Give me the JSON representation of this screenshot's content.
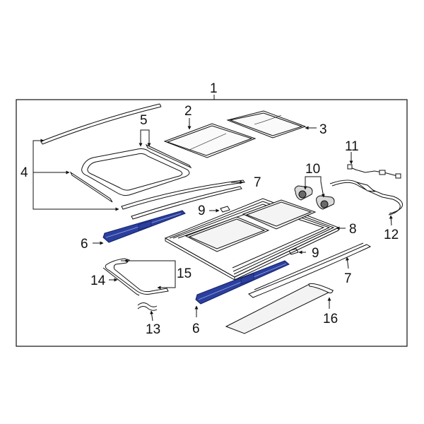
{
  "labels": {
    "l1": "1",
    "l2": "2",
    "l3": "3",
    "l4": "4",
    "l5": "5",
    "l6a": "6",
    "l6b": "6",
    "l7a": "7",
    "l7b": "7",
    "l8": "8",
    "l9a": "9",
    "l9b": "9",
    "l10": "10",
    "l11": "11",
    "l12": "12",
    "l13": "13",
    "l14": "14",
    "l15": "15",
    "l16": "16"
  },
  "colors": {
    "line": "#111111",
    "highlight": "#2b3f9e",
    "highlight_edge": "#142266",
    "fill": "#ffffff",
    "glass": "#f4f4f4"
  }
}
